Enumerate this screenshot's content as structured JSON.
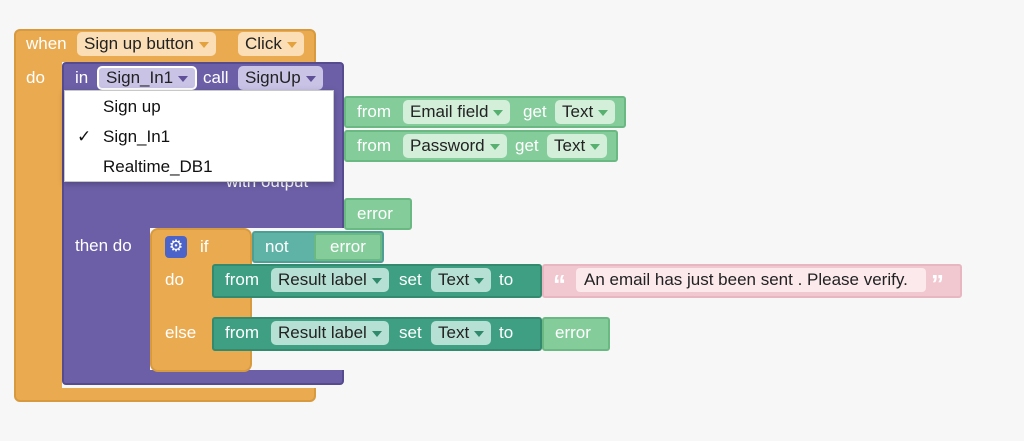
{
  "event": {
    "when": "when",
    "component": "Sign up button",
    "event_name": "Click",
    "do": "do"
  },
  "call": {
    "in": "in",
    "component": "Sign_In1",
    "call": "call",
    "method": "SignUp",
    "with_output": "with output",
    "then_do": "then do"
  },
  "dropdown": {
    "items": [
      {
        "label": "Sign up",
        "checked": false
      },
      {
        "label": "Sign_In1",
        "checked": true
      },
      {
        "label": "Realtime_DB1",
        "checked": false
      }
    ],
    "check_mark": "✓"
  },
  "params": {
    "email": {
      "from": "from",
      "component": "Email field",
      "get": "get",
      "prop": "Text"
    },
    "password": {
      "from": "from",
      "component": "Password",
      "get": "get",
      "prop": "Text"
    },
    "error": "error"
  },
  "if_block": {
    "if": "if",
    "not": "not",
    "error": "error",
    "do": "do",
    "else": "else",
    "gear_icon": "gear-icon"
  },
  "set_do": {
    "from": "from",
    "component": "Result label",
    "set": "set",
    "prop": "Text",
    "to": "to",
    "open_quote": "“",
    "text": "An email has just been sent . Please verify.",
    "close_quote": "”"
  },
  "set_else": {
    "from": "from",
    "component": "Result label",
    "set": "set",
    "prop": "Text",
    "to": "to",
    "value": "error"
  },
  "colors": {
    "event": "#eaaa4f",
    "component": "#6c5fa7",
    "getter": "#84cc9a",
    "setter": "#3f9f82",
    "text": "#f2c8d0",
    "logic": "#5fb3a6"
  }
}
